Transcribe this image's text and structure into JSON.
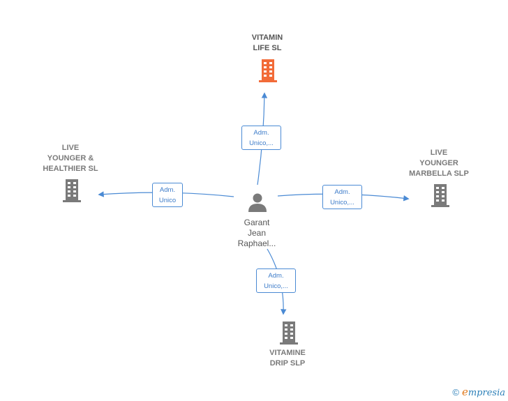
{
  "nodes": {
    "vitamin_life": {
      "lines": [
        "VITAMIN",
        "LIFE  SL"
      ],
      "color": "#f26b38"
    },
    "live_younger_healthier": {
      "lines": [
        "LIVE",
        "YOUNGER &",
        "HEALTHIER SL"
      ],
      "color": "#7a7a7a"
    },
    "live_younger_marbella": {
      "lines": [
        "LIVE",
        "YOUNGER",
        "MARBELLA  SLP"
      ],
      "color": "#7a7a7a"
    },
    "vitamine_drip": {
      "lines": [
        "VITAMINE",
        "DRIP  SLP"
      ],
      "color": "#7a7a7a"
    }
  },
  "person": {
    "lines": [
      "Garant",
      "Jean",
      "Raphael..."
    ],
    "icon": "person-icon"
  },
  "edges": {
    "to_vitamin_life": {
      "lines": [
        "Adm.",
        "Unico,..."
      ]
    },
    "to_live_younger_healthier": {
      "lines": [
        "Adm.",
        "Unico"
      ]
    },
    "to_live_younger_marbella": {
      "lines": [
        "Adm.",
        "Unico,..."
      ]
    },
    "to_vitamine_drip": {
      "lines": [
        "Adm.",
        "Unico,..."
      ]
    }
  },
  "footer": {
    "copyright": "©",
    "brand_first": "e",
    "brand_rest": "mpresia"
  },
  "colors": {
    "edge": "#4a8ad4",
    "building_gray": "#7a7a7a",
    "building_highlight": "#f26b38"
  }
}
